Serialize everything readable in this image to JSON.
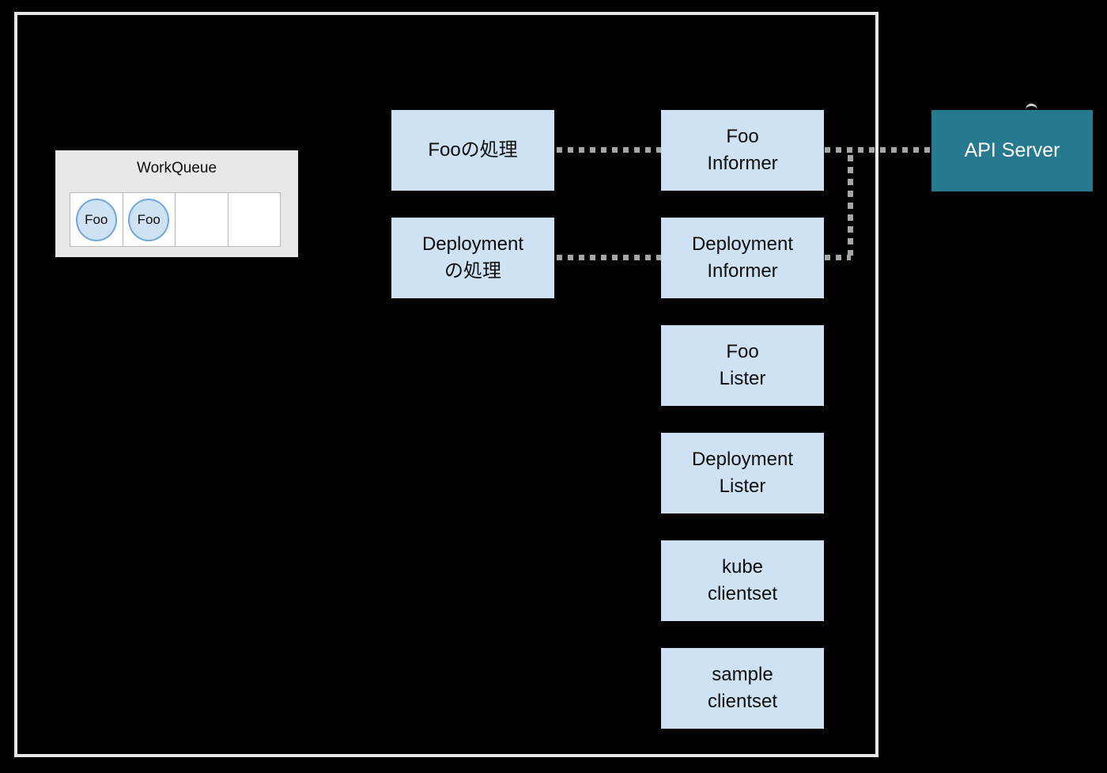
{
  "colors": {
    "background": "#000000",
    "boundary_border": "#e8e8e8",
    "node_fill": "#cfe2f3",
    "api_server_fill": "#26798e",
    "api_server_text": "#ffffff",
    "connector": "#a6a6a6",
    "workqueue_fill": "#e8e8e8",
    "cell_border": "#b7b7b7",
    "cell_fill": "#ffffff",
    "queue_item_border": "#6fa8dc",
    "text": "#0d0d0d"
  },
  "workqueue": {
    "title": "WorkQueue",
    "cells": [
      "Foo",
      "Foo",
      "",
      ""
    ]
  },
  "nodes": {
    "foo_process": "Fooの処理",
    "deployment_process": "Deployment\nの処理",
    "foo_informer": "Foo\nInformer",
    "deployment_informer": "Deployment\nInformer",
    "foo_lister": "Foo\nLister",
    "deployment_lister": "Deployment\nLister",
    "kube_clientset": "kube\nclientset",
    "sample_clientset": "sample\nclientset",
    "api_server": "API Server"
  },
  "connectors": [
    {
      "id": "foo-process-to-foo-informer",
      "style": "dotted"
    },
    {
      "id": "foo-informer-to-api-server",
      "style": "dotted"
    },
    {
      "id": "deployment-process-to-deployment-informer",
      "style": "dotted"
    },
    {
      "id": "deployment-informer-to-api-server-line",
      "style": "dotted"
    }
  ]
}
